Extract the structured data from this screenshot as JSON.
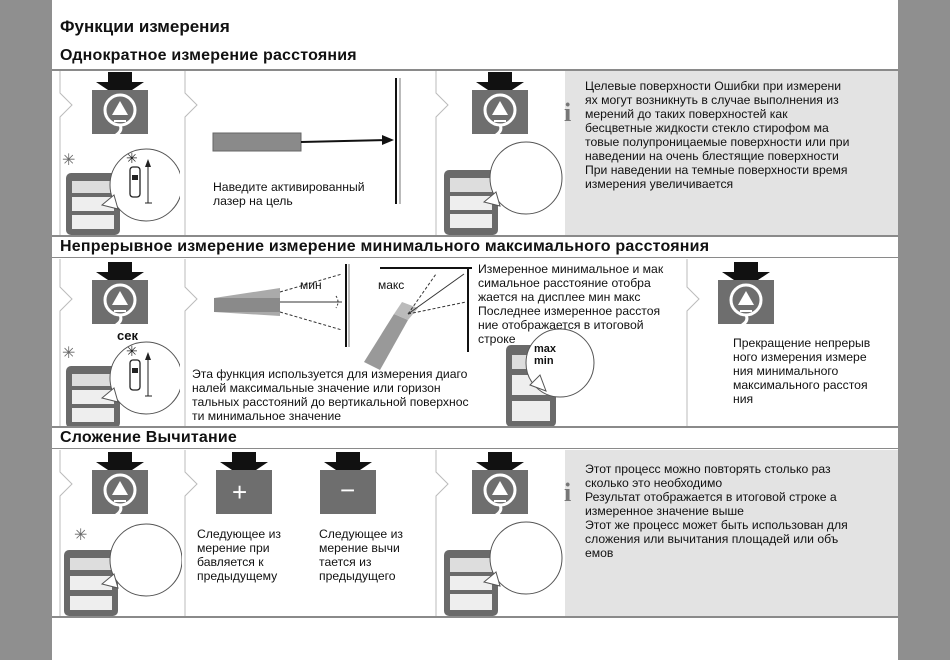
{
  "page": {
    "title": "Функции измерения",
    "section1": {
      "heading": "Однократное измерение расстояния",
      "laser_text": "Наведите активированный\nлазер на цель",
      "info_text": "Целевые поверхности  Ошибки при измерени\nях могут возникнуть в случае выполнения из\nмерений до таких поверхностей  как\nбесцветные жидкости  стекло  стирофом  ма\nтовые полупроницаемые поверхности или при\nнаведении на очень блестящие поверхности\nПри наведении на темные поверхности время\nизмерения увеличивается"
    },
    "section2": {
      "heading": "Непрерывное измерение измерение минимального максимального расстояния",
      "sec_label": "сек",
      "min_label": "мин",
      "max_label": "макс",
      "desc_text": "Эта функция используется для измерения диаго\nналей  максимальные значение  или горизон\nтальных расстояний до вертикальной поверхнос\nти  минимальное значение",
      "display_text": "Измеренное минимальное и мак\nсимальное расстояние отобра\nжается на дисплее  мин  макс\nПоследнее измеренное расстоя\nние отображается в итоговой\nстроке",
      "bubble_max": "max",
      "bubble_min": "min",
      "stop_text": "Прекращение непрерыв\nного измерения измере\nния минимального\nмаксимального расстоя\nния"
    },
    "section3": {
      "heading": "Сложение Вычитание",
      "plus_symbol": "+",
      "minus_symbol": "−",
      "add_text": "Следующее из\nмерение при\nбавляется к\nпредыдущему",
      "sub_text": "Следующее из\nмерение вычи\nтается из\nпредыдущего",
      "info_text": "Этот процесс можно повторять столько раз\nсколько это необходимо\nРезультат отображается в итоговой строке  а\nизмеренное значение выше\nЭтот же процесс может быть использован для\nсложения или вычитания площадей или объ\nемов"
    },
    "icons": {
      "info": "i",
      "measure_button": "measure-button-icon",
      "plus_button": "plus-button-icon",
      "minus_button": "minus-button-icon",
      "arrow": "press-arrow-icon"
    }
  }
}
